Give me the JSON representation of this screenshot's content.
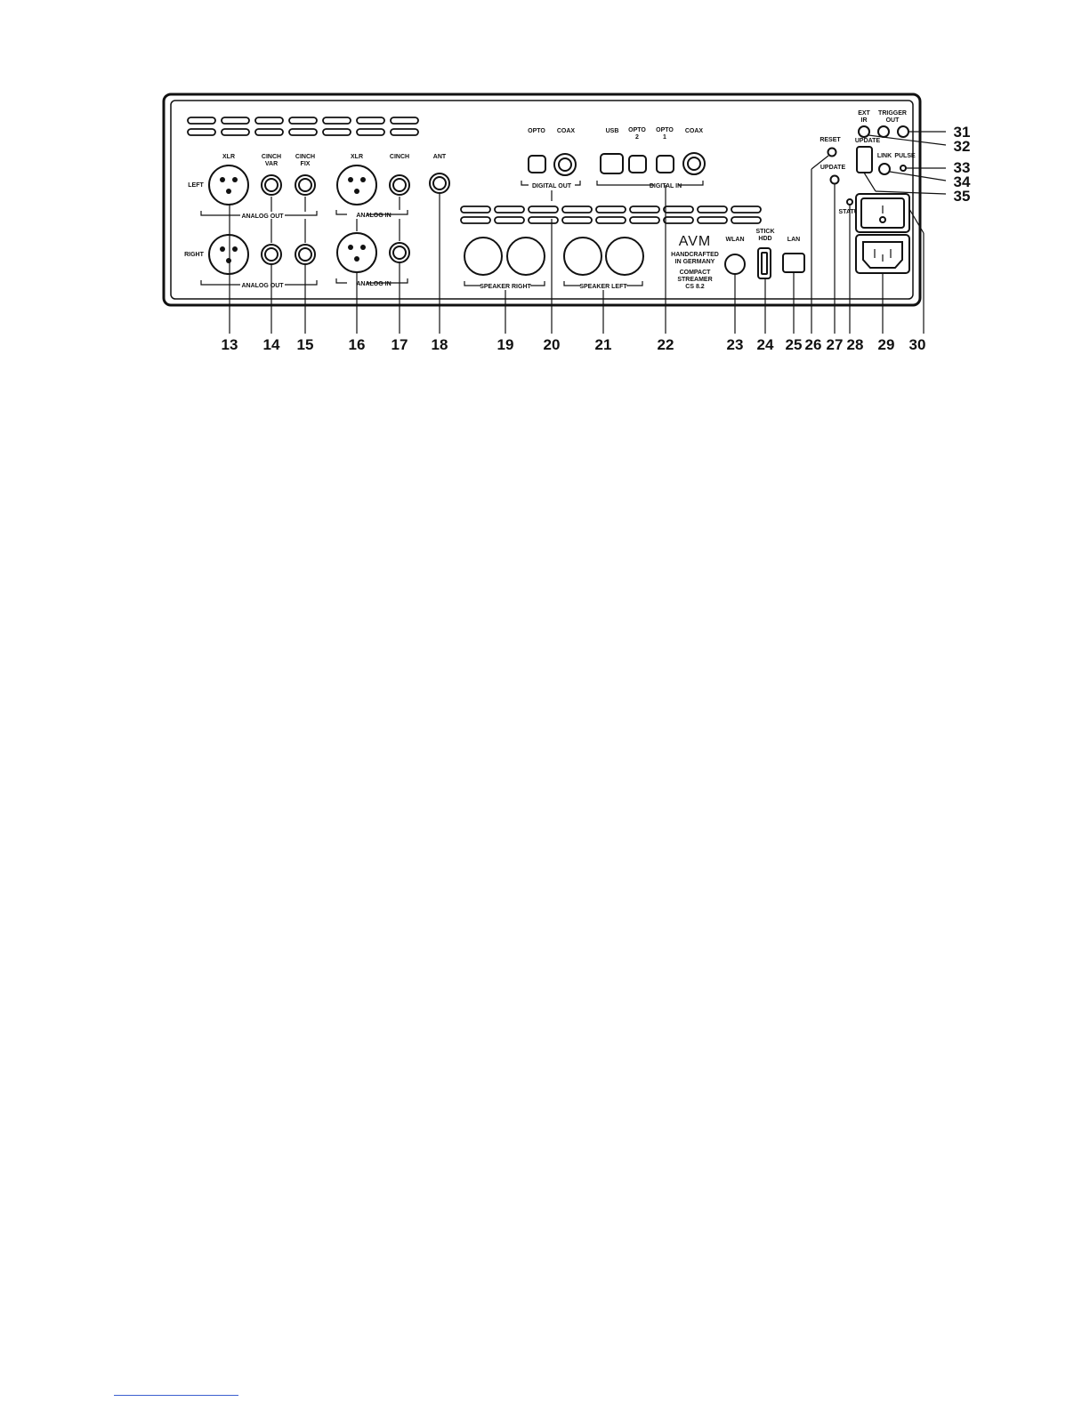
{
  "panel": {
    "labels": {
      "left": "LEFT",
      "right": "RIGHT",
      "xlr_out": "XLR",
      "cinch_var_1": "CINCH",
      "cinch_var_2": "VAR",
      "cinch_fix_1": "CINCH",
      "cinch_fix_2": "FIX",
      "analog_out_top": "ANALOG OUT",
      "analog_out_bottom": "ANALOG OUT",
      "xlr_in": "XLR",
      "cinch_in": "CINCH",
      "analog_in_top": "ANALOG IN",
      "analog_in_bottom": "ANALOG IN",
      "ant": "ANT",
      "opto_out": "OPTO",
      "coax_out": "COAX",
      "digital_out": "DIGITAL OUT",
      "usb": "USB",
      "opto2_1": "OPTO",
      "opto2_2": "2",
      "opto1_1": "OPTO",
      "opto1_2": "1",
      "coax_in": "COAX",
      "digital_in": "DIGITAL IN",
      "speaker_right": "SPEAKER RIGHT",
      "speaker_left": "SPEAKER LEFT",
      "brand": "AVM",
      "hand_1": "HANDCRAFTED",
      "hand_2": "IN GERMANY",
      "model_1": "COMPACT",
      "model_2": "STREAMER",
      "model_3": "CS 8.2",
      "wlan": "WLAN",
      "stick_1": "STICK",
      "stick_2": "HDD",
      "lan": "LAN",
      "reset": "RESET",
      "update": "UPDATE",
      "status": "STATUS",
      "ext_ir_1": "EXT",
      "ext_ir_2": "IR",
      "trigger_1": "TRIGGER",
      "trigger_2": "OUT",
      "update_top": "UPDATE",
      "link": "LINK",
      "pulse": "PULSE"
    }
  },
  "callouts": {
    "c13": "13",
    "c14": "14",
    "c15": "15",
    "c16": "16",
    "c17": "17",
    "c18": "18",
    "c19": "19",
    "c20": "20",
    "c21": "21",
    "c22": "22",
    "c23": "23",
    "c24": "24",
    "c25": "25",
    "c26": "26",
    "c27": "27",
    "c28": "28",
    "c29": "29",
    "c30": "30",
    "c31": "31",
    "c32": "32",
    "c33": "33",
    "c34": "34",
    "c35": "35"
  },
  "colors": {
    "ink": "#111111",
    "footnote_rule": "#3b5fd0"
  }
}
